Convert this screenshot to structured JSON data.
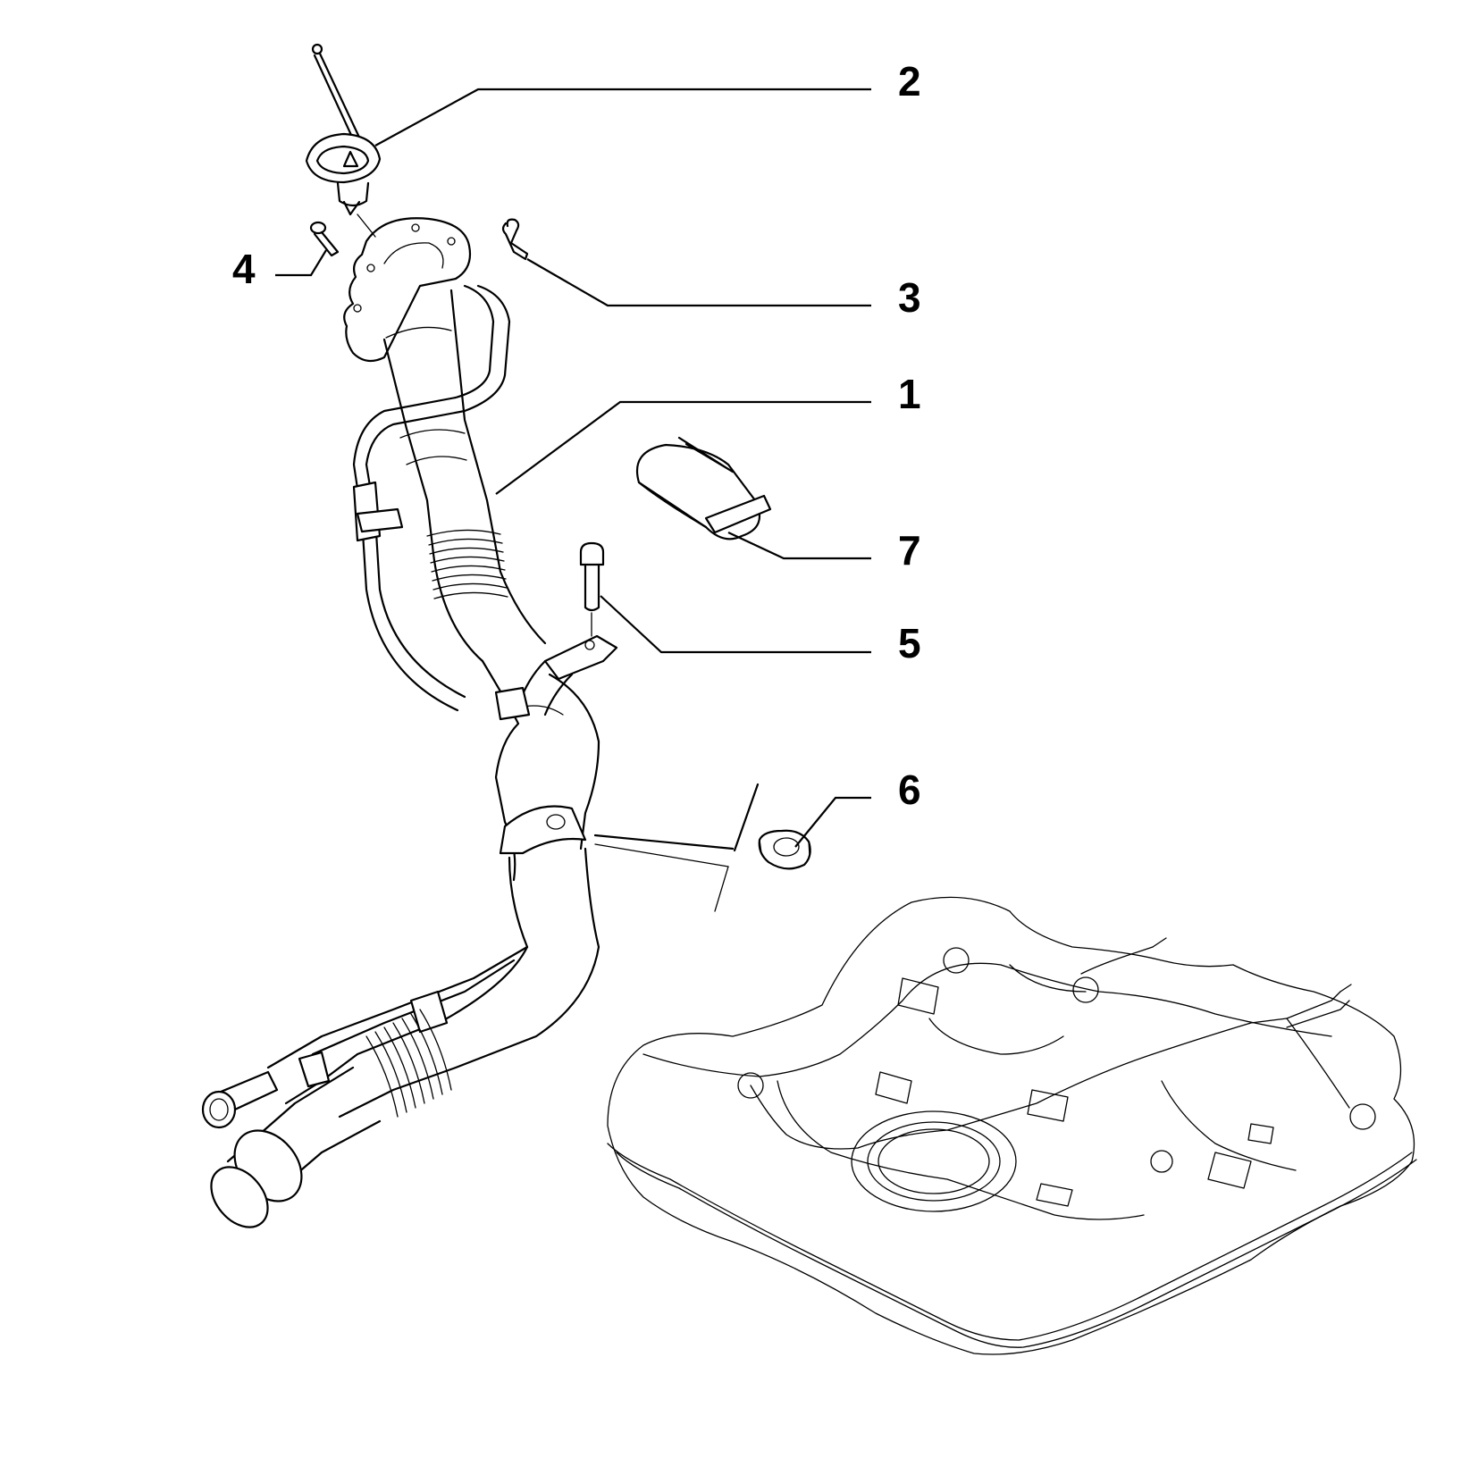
{
  "diagram": {
    "colors": {
      "line": "#000000",
      "background": "#ffffff"
    },
    "callouts": [
      {
        "id": "2",
        "label": "2"
      },
      {
        "id": "3",
        "label": "3"
      },
      {
        "id": "1",
        "label": "1"
      },
      {
        "id": "4",
        "label": "4"
      },
      {
        "id": "7",
        "label": "7"
      },
      {
        "id": "5",
        "label": "5"
      },
      {
        "id": "6",
        "label": "6"
      }
    ]
  }
}
